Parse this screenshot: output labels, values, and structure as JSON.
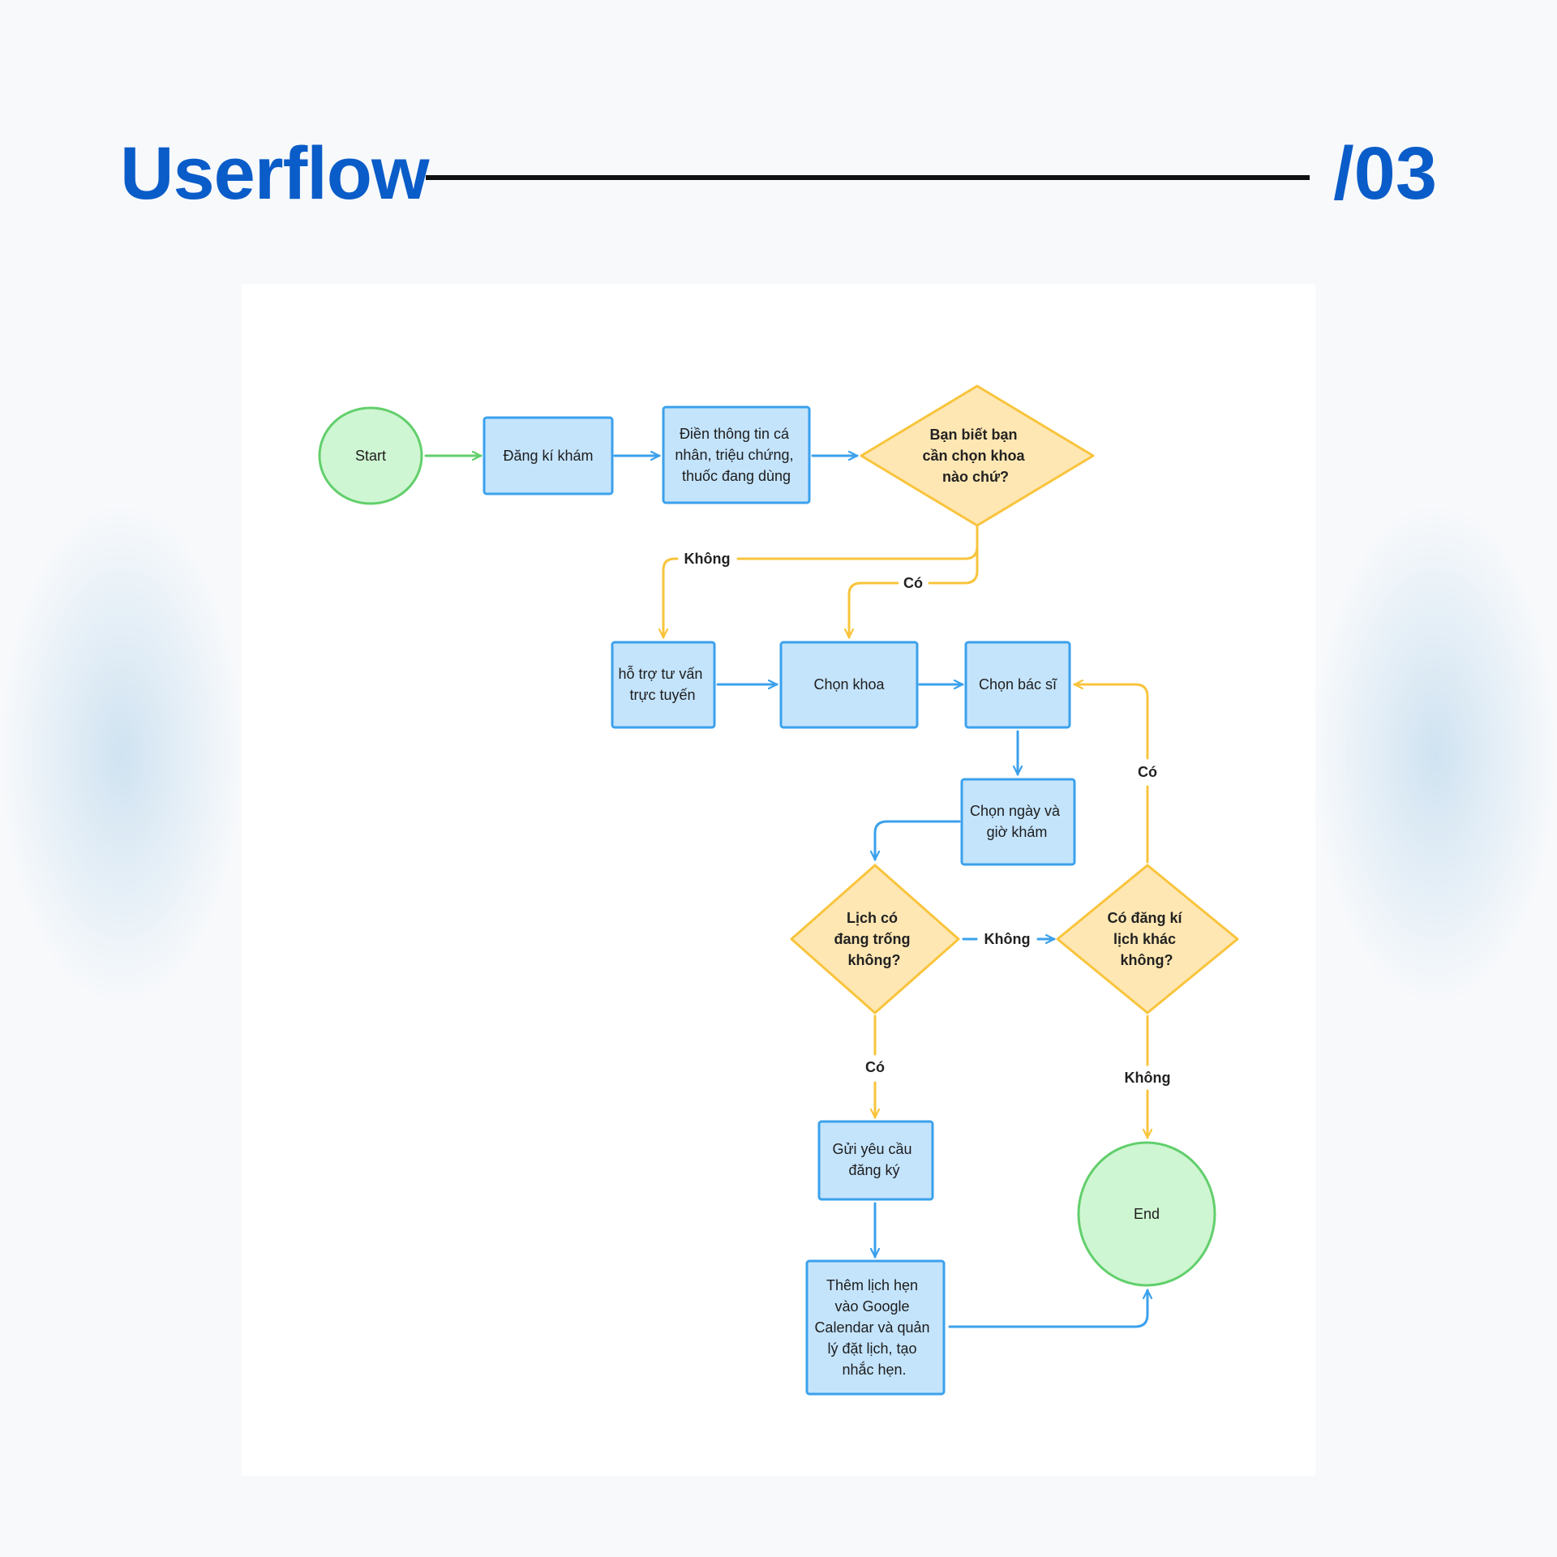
{
  "header": {
    "title": "Userflow",
    "page_number": "/03"
  },
  "colors": {
    "title_blue": "#0a5cc8",
    "process_fill": "#c4e4fc",
    "process_stroke": "#3ba1ec",
    "decision_fill": "#ffe7b3",
    "decision_stroke": "#f9c43c",
    "terminal_fill": "#cff6d2",
    "terminal_stroke": "#62cf6c",
    "blue_arrow": "#3ba1ec",
    "yellow_arrow": "#f9c43c",
    "green_arrow": "#62cf6c"
  },
  "flow": {
    "start": {
      "label": "Start"
    },
    "dang_ki_kham": {
      "label": "Đăng kí khám"
    },
    "dien_thong_tin": {
      "lines": [
        "Điền thông tin cá",
        "nhân, triệu chứng,",
        "thuốc đang dùng"
      ]
    },
    "decision_biet_khoa": {
      "lines": [
        "Bạn biết bạn",
        "cần chọn khoa",
        "nào chứ?"
      ]
    },
    "ho_tro_tu_van": {
      "lines": [
        "hỗ trợ tư vấn",
        "trực tuyến"
      ]
    },
    "chon_khoa": {
      "label": "Chọn khoa"
    },
    "chon_bac_si": {
      "label": "Chọn bác sĩ"
    },
    "chon_ngay_gio": {
      "lines": [
        "Chọn ngày và",
        "giờ khám"
      ]
    },
    "decision_lich_trong": {
      "lines": [
        "Lịch có",
        "đang trống",
        "không?"
      ]
    },
    "decision_lich_khac": {
      "lines": [
        "Có đăng kí",
        "lịch khác",
        "không?"
      ]
    },
    "gui_yeu_cau": {
      "lines": [
        "Gửi yêu cầu",
        "đăng ký"
      ]
    },
    "them_lich_hen": {
      "lines": [
        "Thêm lịch hẹn",
        "vào Google",
        "Calendar và quản",
        "lý đặt lịch, tạo",
        "nhắc hẹn."
      ]
    },
    "end": {
      "label": "End"
    }
  },
  "edge_labels": {
    "khong_tu_van": "Không",
    "co_chon_khoa": "Có",
    "co_chon_bac_si": "Có",
    "khong_lich_khac": "Không",
    "co_gui_yeu_cau": "Có",
    "khong_end": "Không"
  }
}
